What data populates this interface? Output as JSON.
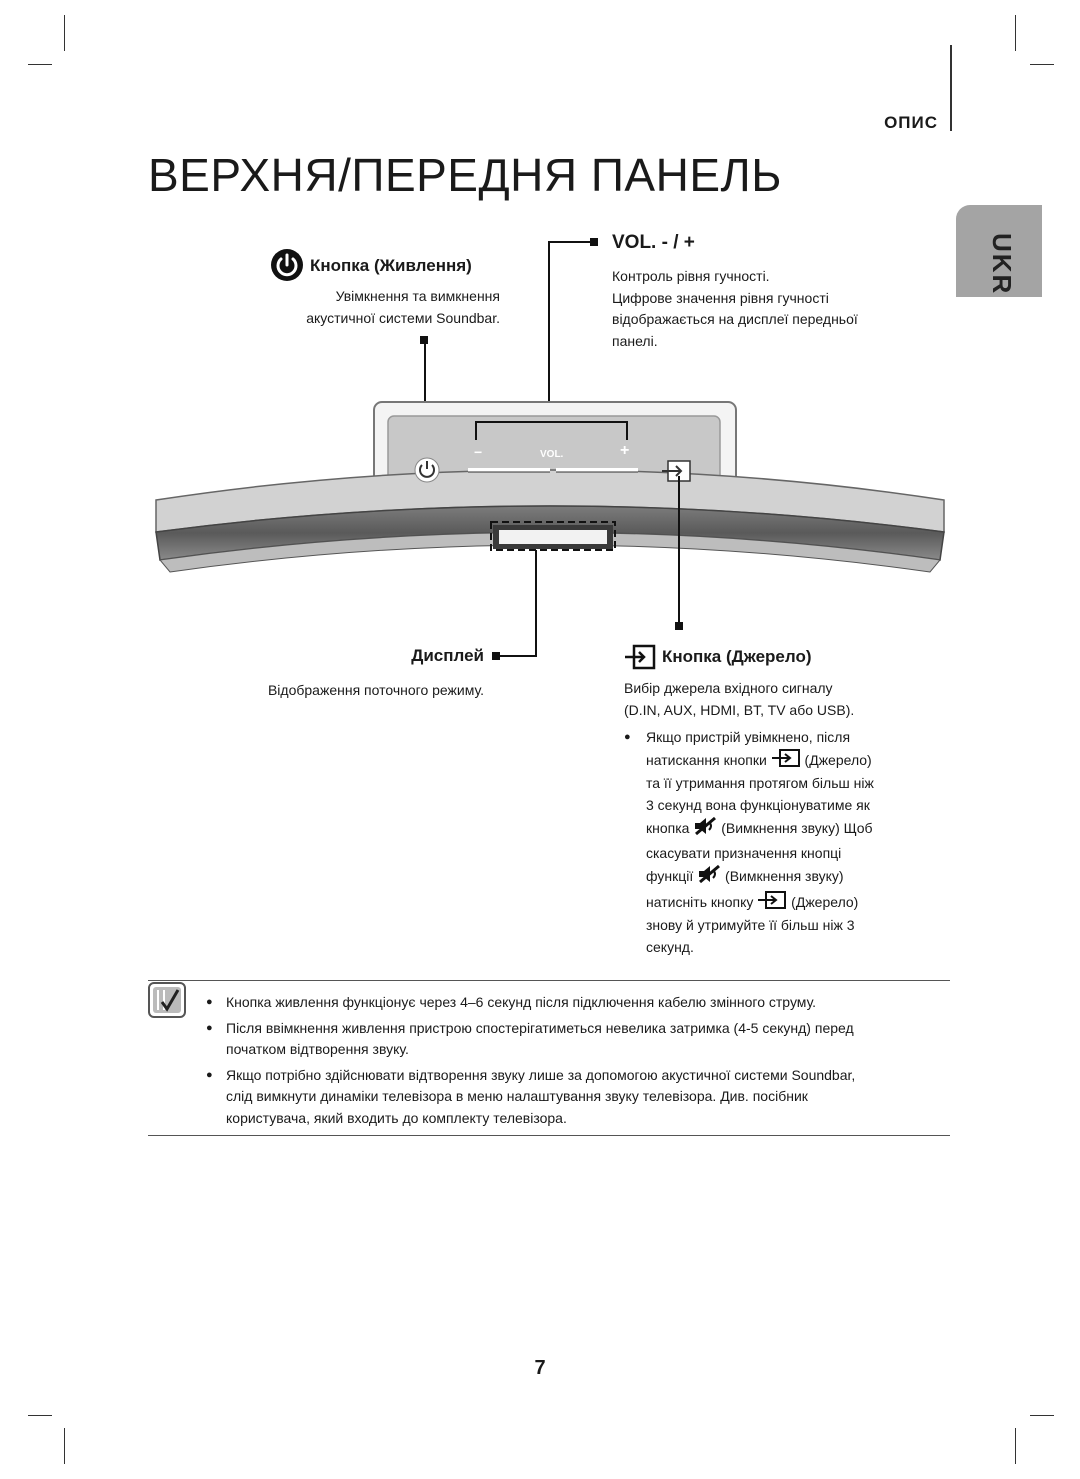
{
  "header": {
    "section": "ОПИС",
    "title": "ВЕРХНЯ/ПЕРЕДНЯ ПАНЕЛЬ",
    "lang_tab": "UKR"
  },
  "power": {
    "heading": "Кнопка (Живлення)",
    "lines": [
      "Увімкнення та вимкнення",
      "акустичної системи Soundbar."
    ]
  },
  "volume": {
    "heading": "VOL. - / +",
    "lines": [
      "Контроль рівня гучності.",
      "Цифрове значення рівня гучності",
      "відображається на дисплеї передньої",
      "панелі."
    ]
  },
  "device": {
    "vol_label": "VOL.",
    "minus": "−",
    "plus": "+"
  },
  "display": {
    "heading": "Дисплей",
    "text": "Відображення поточного режиму."
  },
  "source": {
    "heading": "Кнопка (Джерело)",
    "lines": [
      "Вибір джерела вхідного сигналу",
      "(D.IN, AUX, HDMI, BT, TV або USB)."
    ],
    "bullet": {
      "l1": "Якщо пристрій увімкнено, після",
      "l2a": "натискання кнопки",
      "l2b": "(Джерело)",
      "l3": "та її утримання протягом більш ніж",
      "l4": "3 секунд вона функціонуватиме як",
      "l5a": "кнопка",
      "l5b": "(Вимкнення звуку) Щоб",
      "l6": "скасувати призначення кнопці",
      "l7a": "функції",
      "l7b": "(Вимкнення звуку)",
      "l8a": "натисніть кнопку",
      "l8b": "(Джерело)",
      "l9": "знову й утримуйте її більш ніж 3",
      "l10": "секунд."
    }
  },
  "notes": [
    {
      "lines": [
        "Кнопка живлення функціонує через 4–6 секунд після підключення кабелю змінного струму."
      ]
    },
    {
      "lines": [
        "Після ввімкнення живлення пристрою спостерігатиметься невелика затримка (4-5 секунд) перед",
        "початком відтворення звуку."
      ]
    },
    {
      "lines": [
        "Якщо потрібно здійснювати відтворення звуку лише за допомогою акустичної системи Soundbar,",
        "слід вимкнути динаміки телевізора в меню налаштування звуку телевізора. Див. посібник",
        "користувача, який входить до комплекту телевізора."
      ]
    }
  ],
  "footer": {
    "page_number": "7"
  }
}
